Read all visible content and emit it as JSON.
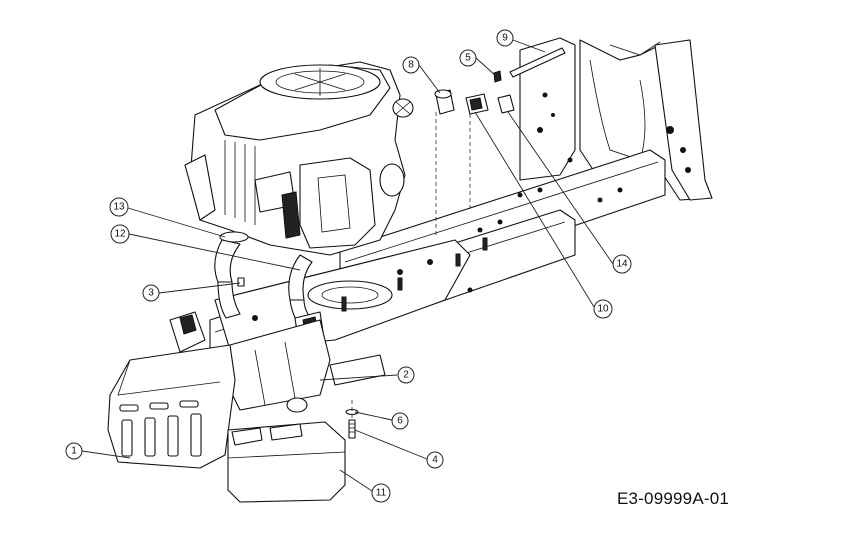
{
  "drawing_code": "E3-09999A-01",
  "callouts": [
    {
      "label": "1"
    },
    {
      "label": "2"
    },
    {
      "label": "3"
    },
    {
      "label": "4"
    },
    {
      "label": "5"
    },
    {
      "label": "6"
    },
    {
      "label": "8"
    },
    {
      "label": "9"
    },
    {
      "label": "10"
    },
    {
      "label": "11"
    },
    {
      "label": "12"
    },
    {
      "label": "13"
    },
    {
      "label": "14"
    }
  ]
}
